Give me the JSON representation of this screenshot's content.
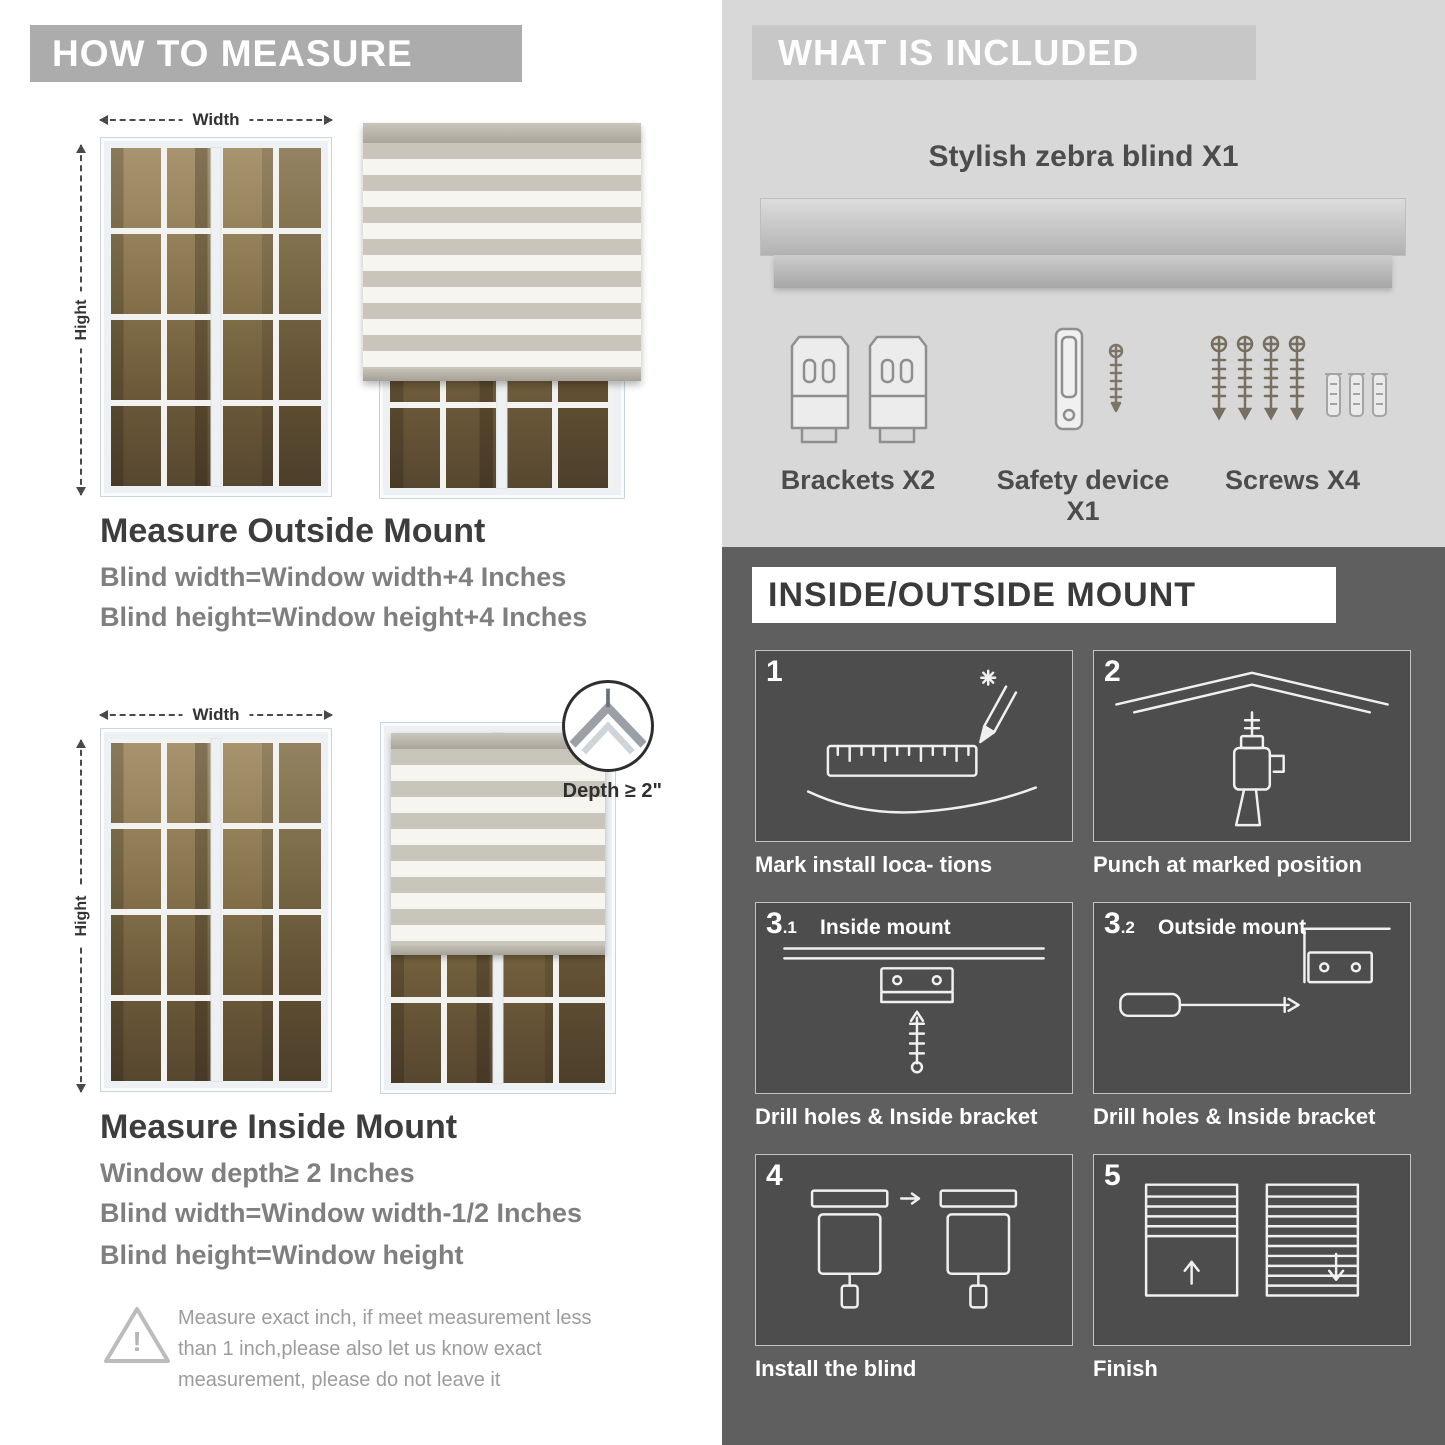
{
  "left": {
    "header": "HOW TO MEASURE",
    "outside": {
      "width_label": "Width",
      "height_label": "Hight",
      "title": "Measure Outside Mount",
      "specs": [
        "Blind width=Window width+4 Inches",
        "Blind height=Window height+4 Inches"
      ]
    },
    "inside": {
      "width_label": "Width",
      "height_label": "Hight",
      "depth_label": "Depth ≥ 2\"",
      "title": "Measure Inside Mount",
      "specs": [
        "Window depth≥ 2 Inches",
        "Blind width=Window width-1/2 Inches",
        "Blind height=Window height"
      ]
    },
    "warning_mark": "!",
    "note_lines": [
      "Measure exact inch, if meet measurement less",
      "than 1 inch,please also let us know exact",
      "measurement, please do not leave it"
    ]
  },
  "included": {
    "header": "WHAT IS INCLUDED",
    "product_title": "Stylish zebra blind X1",
    "items": [
      {
        "label": "Brackets X2"
      },
      {
        "label": "Safety device X1"
      },
      {
        "label": "Screws X4"
      }
    ]
  },
  "mount": {
    "header": "INSIDE/OUTSIDE MOUNT",
    "steps": [
      {
        "num": "1",
        "caption": "Mark install loca- tions"
      },
      {
        "num": "2",
        "caption": "Punch at  marked position"
      },
      {
        "num": "3",
        "sub": ".1",
        "tag": "Inside mount",
        "caption": "Drill holes &  Inside bracket"
      },
      {
        "num": "3",
        "sub": ".2",
        "tag": "Outside mount",
        "caption": "Drill holes &  Inside bracket"
      },
      {
        "num": "4",
        "caption": "Install the blind"
      },
      {
        "num": "5",
        "caption": "Finish"
      }
    ]
  }
}
